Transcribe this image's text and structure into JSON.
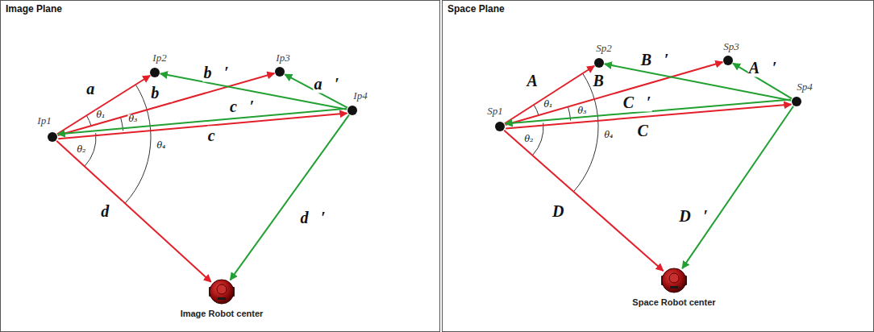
{
  "diagram": {
    "nodes": [
      {
        "text": [
          "Image Plane"
        ]
      },
      {
        "text": [
          "Ip1"
        ],
        "in": 0
      },
      {
        "text": [
          "Ip2"
        ],
        "in": 0
      },
      {
        "text": [
          "Ip3"
        ],
        "in": 0
      },
      {
        "text": [
          "Ip4"
        ],
        "in": 0
      },
      {
        "text": [
          "Image Robot center"
        ],
        "in": 0
      },
      {
        "text": [
          "Space Plane"
        ]
      },
      {
        "text": [
          "Sp1"
        ],
        "in": 6
      },
      {
        "text": [
          "Sp2"
        ],
        "in": 6
      },
      {
        "text": [
          "Sp3"
        ],
        "in": 6
      },
      {
        "text": [
          "Sp4"
        ],
        "in": 6
      },
      {
        "text": [
          "Space Robot center"
        ],
        "in": 6
      }
    ],
    "edges": [
      {
        "from": 1,
        "to": 2,
        "arrow": "to",
        "label": "a⃗"
      },
      {
        "from": 1,
        "to": 3,
        "arrow": "to",
        "label": "b⃗"
      },
      {
        "from": 4,
        "to": 2,
        "arrow": "to",
        "label": "b⃗′"
      },
      {
        "from": 4,
        "to": 3,
        "arrow": "to",
        "label": "a⃗′"
      },
      {
        "from": 4,
        "to": 1,
        "arrow": "to",
        "label": "c⃗′"
      },
      {
        "from": 1,
        "to": 4,
        "arrow": "to",
        "label": "c⃗"
      },
      {
        "from": 1,
        "to": 5,
        "arrow": "to",
        "label": "d⃗"
      },
      {
        "from": 4,
        "to": 5,
        "arrow": "to",
        "label": "d⃗′"
      },
      {
        "from": 7,
        "to": 8,
        "arrow": "to",
        "label": "A⃗"
      },
      {
        "from": 7,
        "to": 9,
        "arrow": "to",
        "label": "B⃗"
      },
      {
        "from": 10,
        "to": 8,
        "arrow": "to",
        "label": "B⃗′"
      },
      {
        "from": 10,
        "to": 9,
        "arrow": "to",
        "label": "A⃗′"
      },
      {
        "from": 10,
        "to": 7,
        "arrow": "to",
        "label": "C⃗′"
      },
      {
        "from": 7,
        "to": 10,
        "arrow": "to",
        "label": "C⃗"
      },
      {
        "from": 7,
        "to": 11,
        "arrow": "to",
        "label": "D⃗"
      },
      {
        "from": 10,
        "to": 11,
        "arrow": "to",
        "label": "D⃗′"
      }
    ],
    "labels": [
      "θ₁",
      "θ₃",
      "θ₂",
      "θ₄",
      "θ₁",
      "θ₃",
      "θ₂",
      "θ₄"
    ]
  }
}
